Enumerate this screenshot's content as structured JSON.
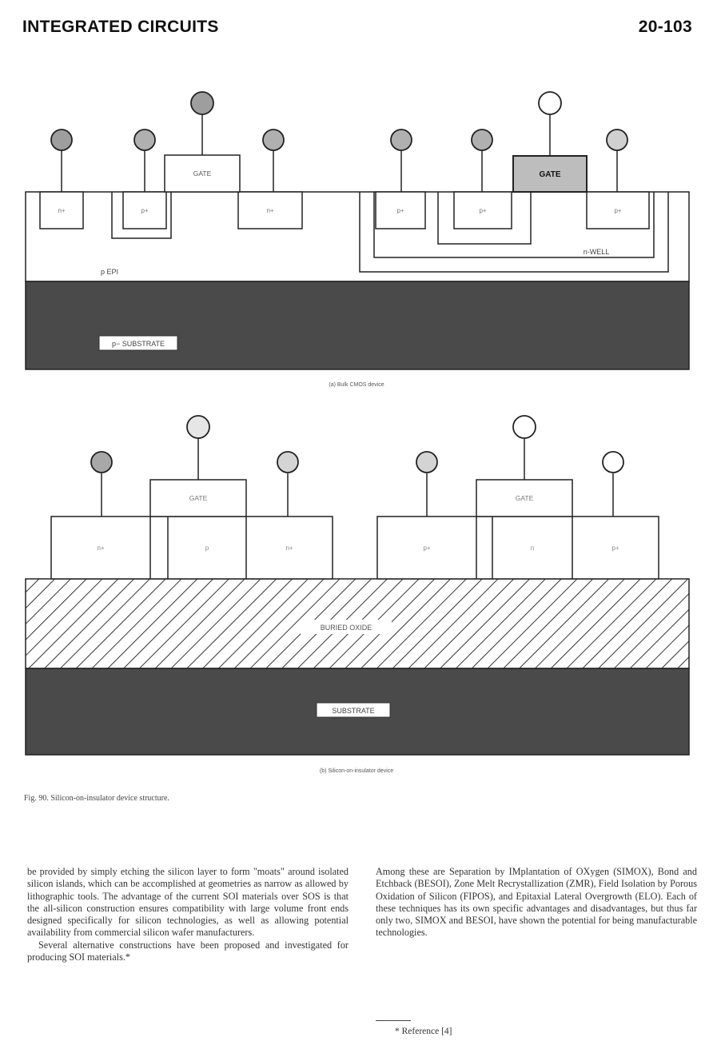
{
  "header": {
    "left": "INTEGRATED CIRCUITS",
    "right": "20-103"
  },
  "diagram_a": {
    "caption": "(a) Bulk CMOS device",
    "gate_left": "GATE",
    "gate_right": "GATE",
    "region_labels": [
      "n+",
      "p+",
      "n+",
      "p+",
      "p+",
      "p+"
    ],
    "well_label": "n-WELL",
    "substrate_label": "p− SUBSTRATE",
    "layer_label": "p EPI",
    "colors": {
      "substrate": "#4a4a4a",
      "gate_filled": "#bdbdbd",
      "terminal_filled": "#9e9e9e"
    }
  },
  "diagram_b": {
    "caption": "(b) Silicon-on-insulator device",
    "gate_left": "GATE",
    "gate_right": "GATE",
    "region_labels": [
      "n+",
      "p",
      "n+",
      "p+",
      "n",
      "p+"
    ],
    "oxide_label": "BURIED OXIDE",
    "substrate_label": "SUBSTRATE",
    "colors": {
      "substrate": "#4a4a4a"
    }
  },
  "figure_caption": "Fig. 90. Silicon-on-insulator device structure.",
  "body": {
    "left_p1": "be provided by simply etching the silicon layer to form \"moats\" around isolated silicon islands, which can be accomplished at geometries as narrow as allowed by lithographic tools. The advantage of the current SOI materials over SOS is that the all-silicon construction ensures compatibility with large volume front ends designed specifically for silicon technologies, as well as allowing potential availability from commercial silicon wafer manufacturers.",
    "left_p2": "Several alternative constructions have been proposed and investigated for producing SOI materials.*",
    "right_p1": "Among these are Separation by IMplantation of OXygen (SIMOX), Bond and Etchback (BESOI), Zone Melt Recrystallization (ZMR), Field Isolation by Porous Oxidation of Silicon (FIPOS), and Epitaxial Lateral Overgrowth (ELO). Each of these techniques has its own specific advantages and disadvantages, but thus far only two, SIMOX and BESOI, have shown the potential for being manufacturable technologies."
  },
  "footnote": "* Reference [4]"
}
